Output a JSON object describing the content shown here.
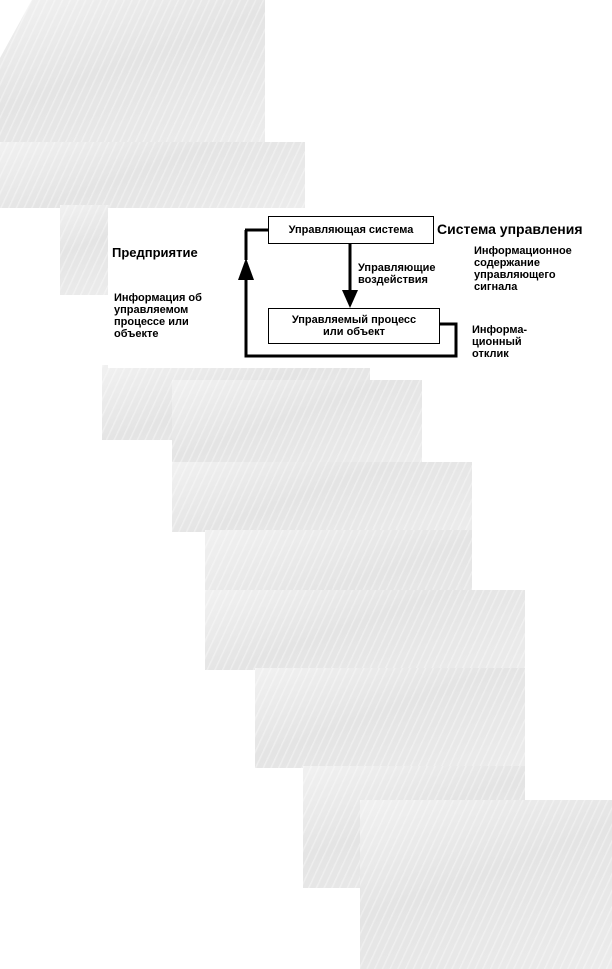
{
  "diagram": {
    "nodes": {
      "control_system": "Управляющая система",
      "managed_process": "Управляемый процесс\nили объект"
    },
    "labels": {
      "system_title": "Система управления",
      "enterprise": "Предприятие",
      "info_about_process": "Информация об\nуправляемом\nпроцессе или\nобъекте",
      "control_actions": "Управляющие\nвоздействия",
      "info_content": "Информационное\nсодержание\nуправляющего\nсигнала",
      "info_response": "Информа-\nционный\nотклик"
    },
    "colors": {
      "lines": "#000000",
      "background_metal": "#e8e8e8"
    }
  }
}
